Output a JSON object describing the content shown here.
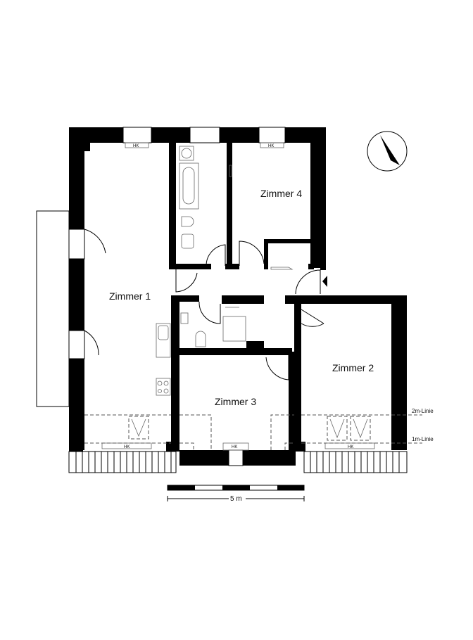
{
  "rooms": {
    "zimmer1": "Zimmer 1",
    "zimmer2": "Zimmer 2",
    "zimmer3": "Zimmer 3",
    "zimmer4": "Zimmer 4"
  },
  "radiator_label": "HK",
  "height_lines": {
    "two_m": "2m-Linie",
    "one_m": "1m-Linie"
  },
  "scale_bar": {
    "label": "5 m"
  },
  "colors": {
    "wall": "#000000",
    "background": "#ffffff"
  }
}
